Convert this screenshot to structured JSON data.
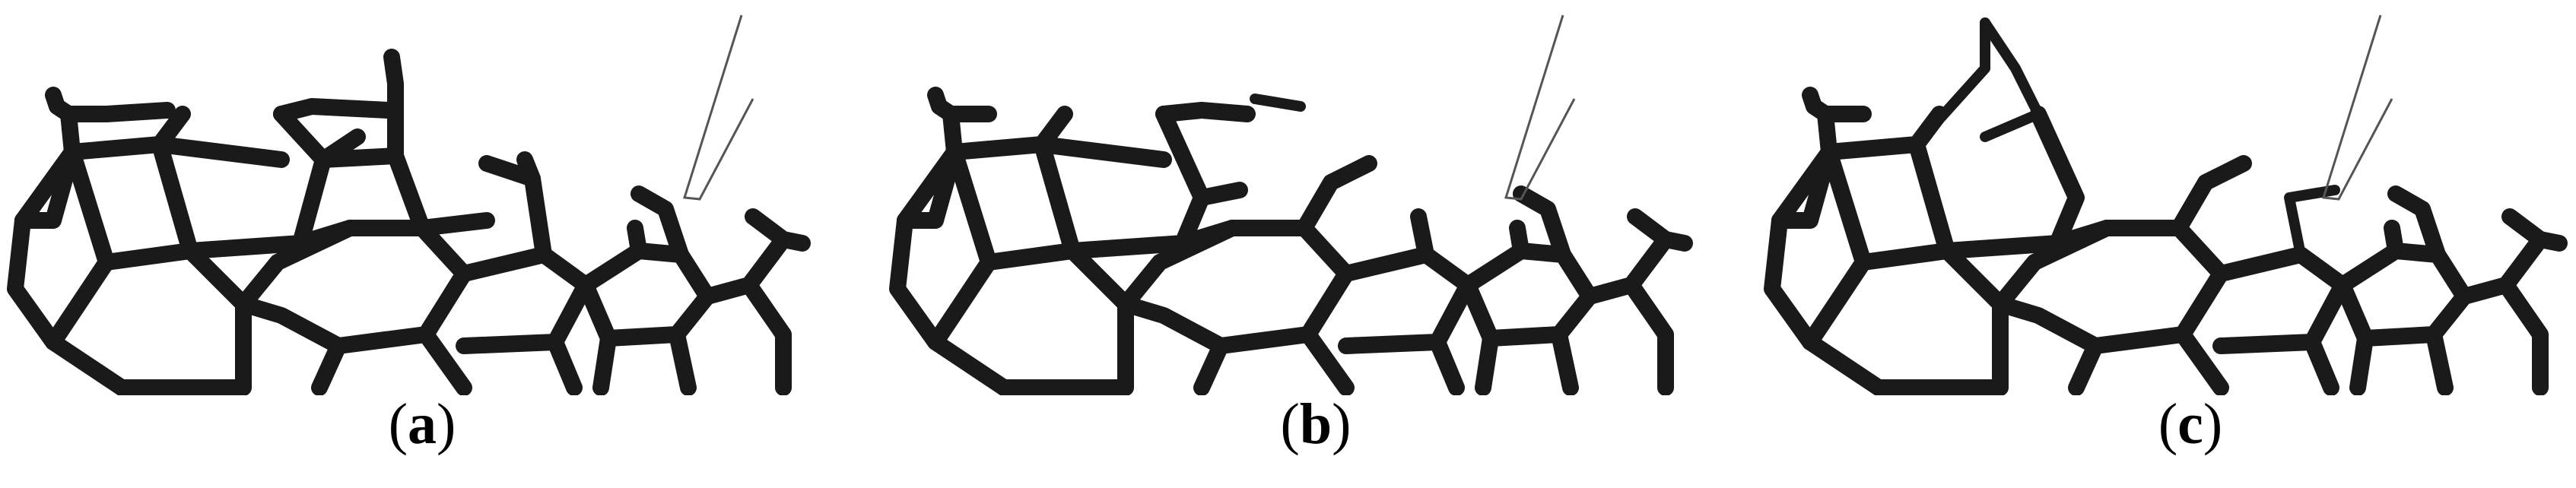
{
  "panels": [
    {
      "id": "a",
      "label_open": "(",
      "label_letter": "a",
      "label_close": ")"
    },
    {
      "id": "b",
      "label_open": "(",
      "label_letter": "b",
      "label_close": ")"
    },
    {
      "id": "c",
      "label_open": "(",
      "label_letter": "c",
      "label_close": ")"
    }
  ],
  "colors": {
    "strut": "#1a1a1a",
    "needle": "#555555",
    "background": "#ffffff"
  }
}
